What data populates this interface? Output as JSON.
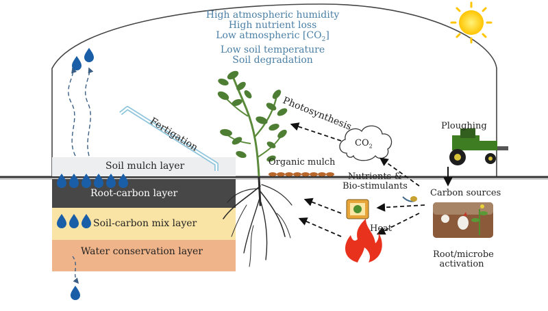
{
  "conditions": [
    "High atmospheric humidity",
    "High nutrient loss",
    "Low atmospheric [CO",
    "2",
    "]",
    "Low soil temperature",
    "Soil degradation"
  ],
  "layers": {
    "mulch": "Soil mulch layer",
    "root_carbon": "Root-carbon layer",
    "soil_carbon_mix": "Soil-carbon mix layer",
    "water_conservation": "Water conservation layer"
  },
  "labels": {
    "fertigation": "Fertigation",
    "photosynthesis": "Photosynthesis",
    "co2_main": "CO",
    "co2_sub": "2",
    "organic_mulch": "Organic mulch",
    "nutrients_line1": "Nutrients &",
    "nutrients_line2": "Bio-stimulants",
    "heat": "Heat",
    "ploughing": "Ploughing",
    "carbon_sources": "Carbon sources",
    "root_microbe_line1": "Root/microbe",
    "root_microbe_line2": "activation"
  },
  "colors": {
    "condition_text": "#4a7fa6",
    "mulch_layer": "#eceef0",
    "root_carbon_layer": "#474747",
    "soil_carbon_mix_layer": "#f9e4a6",
    "water_conservation_layer": "#f0b48a",
    "water_drop": "#1a5ea8",
    "sun": "#ffd21f",
    "flame": "#e8321e",
    "tractor": "#3f7d23"
  },
  "icons": [
    "sun-icon",
    "water-drop-icon",
    "co2-cloud-icon",
    "tractor-icon",
    "flame-icon",
    "nutrient-bag-icon",
    "fertigation-pipe-icon"
  ]
}
